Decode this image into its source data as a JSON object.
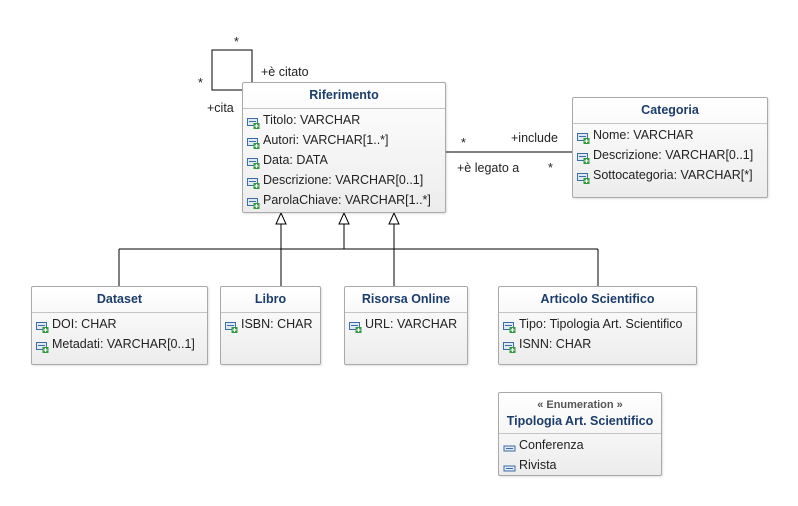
{
  "self_association": {
    "multiplicity_top": "*",
    "multiplicity_left": "*",
    "role_cited": "+è citato",
    "role_cites": "+cita"
  },
  "association": {
    "multiplicity_left": "*",
    "multiplicity_right": "*",
    "role_include": "+include",
    "role_linked": "+è legato a"
  },
  "classes": {
    "riferimento": {
      "name": "Riferimento",
      "attributes": [
        "Titolo: VARCHAR",
        "Autori: VARCHAR[1..*]",
        "Data: DATA",
        "Descrizione: VARCHAR[0..1]",
        "ParolaChiave: VARCHAR[1..*]"
      ]
    },
    "categoria": {
      "name": "Categoria",
      "attributes": [
        "Nome: VARCHAR",
        "Descrizione: VARCHAR[0..1]",
        "Sottocategoria: VARCHAR[*]"
      ]
    },
    "dataset": {
      "name": "Dataset",
      "attributes": [
        "DOI: CHAR",
        "Metadati: VARCHAR[0..1]"
      ]
    },
    "libro": {
      "name": "Libro",
      "attributes": [
        "ISBN: CHAR"
      ]
    },
    "risorsa": {
      "name": "Risorsa Online",
      "attributes": [
        "URL: VARCHAR"
      ]
    },
    "articolo": {
      "name": "Articolo Scientifico",
      "attributes": [
        "Tipo: Tipologia Art. Scientifico",
        "ISNN: CHAR"
      ]
    },
    "enumeration": {
      "stereotype": "« Enumeration »",
      "name": "Tipologia Art. Scientifico",
      "literals": [
        "Conferenza",
        "Rivista"
      ]
    }
  },
  "colors": {
    "class_title": "#1b3d6b",
    "line": "#000000",
    "attribute_icon_plus": "#2e9a3e",
    "attribute_icon_frame": "#3a6ea5"
  }
}
